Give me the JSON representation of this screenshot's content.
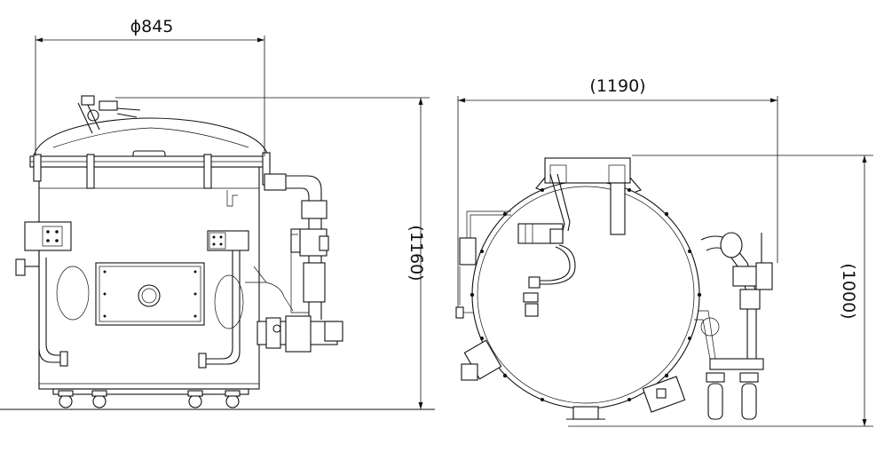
{
  "dimensions": {
    "front_width": "ϕ845",
    "front_height": "(1160)",
    "side_width": "(1190)",
    "side_height": "(1000)"
  }
}
